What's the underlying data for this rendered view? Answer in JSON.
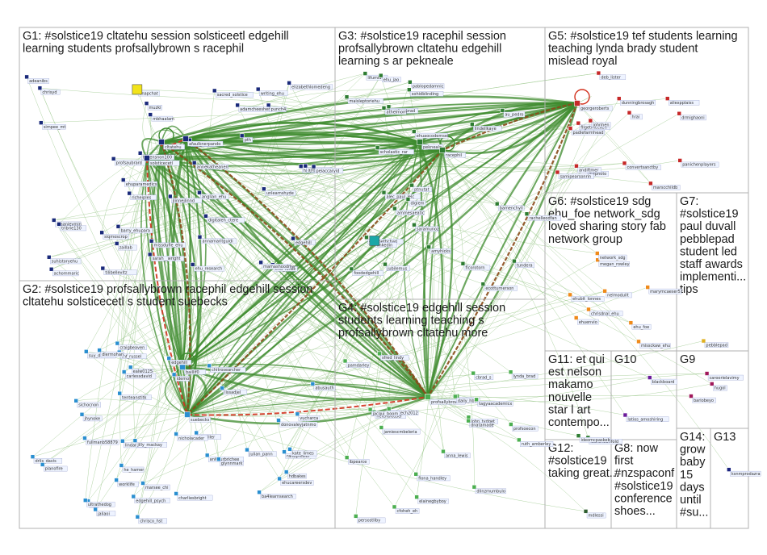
{
  "colors": {
    "background": "#ffffff",
    "panel_border": "#b0b0b0",
    "edge_green": "#3d8b2e",
    "edge_light": "#9ec98f",
    "edge_brown": "#8b4a1a",
    "edge_red": "#d2321e",
    "g1_node": "#1a2a7a",
    "g2_node": "#2a8fd0",
    "g3_node": "#2e7d32",
    "g4_node": "#4caf50",
    "g5_node": "#c62828",
    "g6_node": "#ef8a1a",
    "g7_node": "#e0b020",
    "g8_node": "#1f5fbf",
    "g9_node": "#a0185a",
    "g10_node": "#6a1b9a",
    "g11_node": "#2e7d32",
    "g12_node": "#2e5e2e",
    "g13_node": "#1a237e",
    "g14_node": "#555555"
  },
  "groups": [
    {
      "id": "G1",
      "title_lines": [
        "G1: #solstice19 cltatehu session solsticeetl edgehill",
        "learning students profsallybrown s racephil"
      ]
    },
    {
      "id": "G2",
      "title_lines": [
        "G2: #solstice19 profsallybrown racephil edgehill session",
        "cltatehu solsticecetl s student suebecks"
      ]
    },
    {
      "id": "G3",
      "title_lines": [
        "G3: #solstice19 racephil session",
        "profsallybrown cltatehu edgehill",
        "learning s ar pekneale"
      ]
    },
    {
      "id": "G4",
      "title_lines": [
        "G4: #solstice19 edgehill session",
        "students learning teaching s",
        "profsallybrown cltatehu more"
      ]
    },
    {
      "id": "G5",
      "title_lines": [
        "G5: #solstice19 tef students learning",
        "teaching lynda brady student",
        "mislead royal"
      ]
    },
    {
      "id": "G6",
      "title_lines": [
        "G6: #solstice19 sdg",
        "ehu_foe network_sdg",
        "loved sharing story fab",
        "network group"
      ]
    },
    {
      "id": "G7",
      "title_lines": [
        "G7:",
        "#solstice19",
        "paul duvall",
        "pebblepad",
        "student led",
        "staff awards",
        "implementi...",
        "tips"
      ]
    },
    {
      "id": "G8",
      "title_lines": [
        "G8: now",
        "first",
        "#nzspaconf",
        "#solstice19",
        "conference",
        "shoes..."
      ]
    },
    {
      "id": "G9",
      "title_lines": [
        "G9"
      ]
    },
    {
      "id": "G10",
      "title_lines": [
        "G10"
      ]
    },
    {
      "id": "G11",
      "title_lines": [
        "G11: et qui",
        "est nelson",
        "makamo",
        "nouvelle",
        "star l art",
        "contempo..."
      ]
    },
    {
      "id": "G12",
      "title_lines": [
        "G12:",
        "#solstice19",
        "taking great..."
      ]
    },
    {
      "id": "G13",
      "title_lines": [
        "G13"
      ]
    },
    {
      "id": "G14",
      "title_lines": [
        "G14:",
        "grow",
        "baby",
        "15",
        "days",
        "until",
        "#su..."
      ]
    }
  ],
  "nodes": [
    {
      "label": "hicksjon",
      "group": "G1"
    },
    {
      "label": "jam_brown",
      "group": "G1"
    },
    {
      "label": "anglian_ehu",
      "group": "G1"
    },
    {
      "label": "tilibellevitz",
      "group": "G1"
    },
    {
      "label": "tribensnon100",
      "group": "G1"
    },
    {
      "label": "profsaubrard",
      "group": "G1"
    },
    {
      "label": "writing_ehu",
      "group": "G1"
    },
    {
      "label": "richeiples",
      "group": "G1"
    },
    {
      "label": "muzki",
      "group": "G1"
    },
    {
      "label": "chrisyd",
      "group": "G1"
    },
    {
      "label": "jlinnejlinnd",
      "group": "G1"
    },
    {
      "label": "sacred_solstice",
      "group": "G1"
    },
    {
      "label": "ajfdevline",
      "group": "G1"
    },
    {
      "label": "edgehill",
      "group": "G1"
    },
    {
      "label": "ehu_fohec",
      "group": "G1"
    },
    {
      "label": "barry_ehupara",
      "group": "G1"
    },
    {
      "label": "punch4",
      "group": "G1"
    },
    {
      "label": "maanieymin",
      "group": "G1"
    },
    {
      "label": "mbhaalam",
      "group": "G1"
    },
    {
      "label": "cltatehu",
      "group": "G1"
    },
    {
      "label": "pth",
      "group": "G1"
    },
    {
      "label": "ehuparamedics",
      "group": "G1"
    },
    {
      "label": "afaulknerpando",
      "group": "G1"
    },
    {
      "label": "snapchat",
      "group": "G1"
    },
    {
      "label": "tribrie130",
      "group": "G1"
    },
    {
      "label": "sarah__wright",
      "group": "G1"
    },
    {
      "label": "solsticecetl",
      "group": "G1"
    },
    {
      "label": "digitaleh_ctere",
      "group": "G1"
    },
    {
      "label": "zaillab",
      "group": "G1"
    },
    {
      "label": "adeanibs",
      "group": "G1"
    },
    {
      "label": "missdufie_ehu",
      "group": "G1"
    },
    {
      "label": "suhistoryehu",
      "group": "G1"
    },
    {
      "label": "siqmoscrop",
      "group": "G1"
    },
    {
      "label": "unlearnshyde",
      "group": "G1"
    },
    {
      "label": "elizabethlomedeng",
      "group": "G1"
    },
    {
      "label": "annamaritguidi",
      "group": "G1"
    },
    {
      "label": "achommaric",
      "group": "G1"
    },
    {
      "label": "annekatheanen",
      "group": "G1"
    },
    {
      "label": "simpee_mt",
      "group": "G1"
    },
    {
      "label": "adamcheesher",
      "group": "G1"
    },
    {
      "label": "ehu_research",
      "group": "G1"
    },
    {
      "label": "peiaccaryid",
      "group": "G1"
    },
    {
      "label": "mamashoodma",
      "group": "G1"
    },
    {
      "label": "fullmanb58879",
      "group": "G2"
    },
    {
      "label": "lindamahon4",
      "group": "G2"
    },
    {
      "label": "jaliaoi",
      "group": "G2"
    },
    {
      "label": "abusauth",
      "group": "G2"
    },
    {
      "label": "ealw0125",
      "group": "G2"
    },
    {
      "label": "edgehill_psych",
      "group": "G2"
    },
    {
      "label": "ralfbpresler",
      "group": "G2"
    },
    {
      "label": "chitrosearcher",
      "group": "G2"
    },
    {
      "label": "baillif0",
      "group": "G2"
    },
    {
      "label": "anithurbrichee",
      "group": "G2"
    },
    {
      "label": "hdbakes",
      "group": "G2"
    },
    {
      "label": "edgehill",
      "group": "G2"
    },
    {
      "label": "rnf_russel",
      "group": "G2"
    },
    {
      "label": "idemo",
      "group": "G2"
    },
    {
      "label": "suy_dambell",
      "group": "G2"
    },
    {
      "label": "glynnmark",
      "group": "G2"
    },
    {
      "label": "uxc",
      "group": "G2"
    },
    {
      "label": "ba4learnsearch",
      "group": "G2"
    },
    {
      "label": "julian_pann",
      "group": "G2"
    },
    {
      "label": "craigbeaven",
      "group": "G2"
    },
    {
      "label": "tenteanstitk",
      "group": "G2"
    },
    {
      "label": "marsee_chi",
      "group": "G2"
    },
    {
      "label": "chrisco_hst",
      "group": "G2"
    },
    {
      "label": "dlermohan",
      "group": "G2"
    },
    {
      "label": "suebecks",
      "group": "G2"
    },
    {
      "label": "donovaleyjatnmo",
      "group": "G2"
    },
    {
      "label": "kate_limes",
      "group": "G2"
    },
    {
      "label": "drlis_davis",
      "group": "G2"
    },
    {
      "label": "worklife",
      "group": "G2"
    },
    {
      "label": "jhynoke",
      "group": "G2"
    },
    {
      "label": "ultrathedog",
      "group": "G2"
    },
    {
      "label": "carlessdavid",
      "group": "G2"
    },
    {
      "label": "charliesbright",
      "group": "G2"
    },
    {
      "label": "he_hamer",
      "group": "G2"
    },
    {
      "label": "aholiller",
      "group": "G2"
    },
    {
      "label": "ehucareersdev",
      "group": "G2"
    },
    {
      "label": "jilly_mackay",
      "group": "G2"
    },
    {
      "label": "lissadjel",
      "group": "G2"
    },
    {
      "label": "vucharca",
      "group": "G2"
    },
    {
      "label": "planofire",
      "group": "G2"
    },
    {
      "label": "sichocnon",
      "group": "G2"
    },
    {
      "label": "nicholacader",
      "group": "G2"
    },
    {
      "label": "tundera",
      "group": "G3"
    },
    {
      "label": "au_pedro",
      "group": "G3"
    },
    {
      "label": "flcorotorn",
      "group": "G3"
    },
    {
      "label": "lifumida",
      "group": "G3"
    },
    {
      "label": "foodedgehill",
      "group": "G3"
    },
    {
      "label": "amyhicks",
      "group": "G3"
    },
    {
      "label": "profsasbrad",
      "group": "G3"
    },
    {
      "label": "alec_paul_lelc",
      "group": "G3"
    },
    {
      "label": "rachelleodfan",
      "group": "G3"
    },
    {
      "label": "digiem",
      "group": "G3"
    },
    {
      "label": "jubilemus",
      "group": "G3"
    },
    {
      "label": "pekneale",
      "group": "G3"
    },
    {
      "label": "racephil",
      "group": "G3"
    },
    {
      "label": "elizabethchari",
      "group": "G3"
    },
    {
      "label": "scholastic_rar",
      "group": "G3"
    },
    {
      "label": "athelmom",
      "group": "G3"
    },
    {
      "label": "lindellkaye",
      "group": "G3"
    },
    {
      "label": "pablopedamnic",
      "group": "G3"
    },
    {
      "label": "maisleptoriehu",
      "group": "G3"
    },
    {
      "label": "ecotturnerson",
      "group": "G3"
    },
    {
      "label": "bamenchyll",
      "group": "G3"
    },
    {
      "label": "saramunoz",
      "group": "G3"
    },
    {
      "label": "sohidblinding",
      "group": "G3"
    },
    {
      "label": "ammesaeatic",
      "group": "G3"
    },
    {
      "label": "ehu_jao",
      "group": "G3"
    },
    {
      "label": "linkedin",
      "group": "G3"
    },
    {
      "label": "ptnutat",
      "group": "G3"
    },
    {
      "label": "ehuaocodemsei",
      "group": "G3"
    },
    {
      "label": "john_tydget",
      "group": "G4"
    },
    {
      "label": "helenblosser",
      "group": "G4"
    },
    {
      "label": "ibpearce",
      "group": "G4"
    },
    {
      "label": "cbrad_s",
      "group": "G4"
    },
    {
      "label": "sfred_lindy",
      "group": "G4"
    },
    {
      "label": "mhonadli",
      "group": "G4"
    },
    {
      "label": "elainegbyboy",
      "group": "G4"
    },
    {
      "label": "profsallybrown",
      "group": "G4"
    },
    {
      "label": "ruth_amberley",
      "group": "G4"
    },
    {
      "label": "pamdarley",
      "group": "G4"
    },
    {
      "label": "dnatamade",
      "group": "G4"
    },
    {
      "label": "dlinzmumbulo",
      "group": "G4"
    },
    {
      "label": "daily_hbo",
      "group": "G4"
    },
    {
      "label": "tagyaacademicx",
      "group": "G4"
    },
    {
      "label": "deetech2012",
      "group": "G4"
    },
    {
      "label": "lynda_brad",
      "group": "G4"
    },
    {
      "label": "anna_lewis",
      "group": "G4"
    },
    {
      "label": "jamiescmbeleria",
      "group": "G4"
    },
    {
      "label": "cfoheh_eh",
      "group": "G4"
    },
    {
      "label": "jacqui_boom",
      "group": "G4"
    },
    {
      "label": "profsoecon",
      "group": "G4"
    },
    {
      "label": "persostliby",
      "group": "G4"
    },
    {
      "label": "fiona_handley",
      "group": "G4"
    },
    {
      "label": "panichenplayers",
      "group": "G5"
    },
    {
      "label": "dvfphoto",
      "group": "G5"
    },
    {
      "label": "deb_lister",
      "group": "G5"
    },
    {
      "label": "padiefarmhead",
      "group": "G5"
    },
    {
      "label": "hrai",
      "group": "G5"
    },
    {
      "label": "georgeroberts",
      "group": "G5"
    },
    {
      "label": "marscchildb",
      "group": "G5"
    },
    {
      "label": "filgetmecken",
      "group": "G5"
    },
    {
      "label": "samipearsonrin",
      "group": "G5"
    },
    {
      "label": "johnhen",
      "group": "G5"
    },
    {
      "label": "dunningbrosagh",
      "group": "G5"
    },
    {
      "label": "convertsanctby",
      "group": "G5"
    },
    {
      "label": "andiftmer",
      "group": "G5"
    },
    {
      "label": "aliexpplaiss",
      "group": "G5"
    },
    {
      "label": "drmighaoni",
      "group": "G5"
    },
    {
      "label": "megan_rowley",
      "group": "G6"
    },
    {
      "label": "nelmoduilt",
      "group": "G6"
    },
    {
      "label": "missckaw_ehu",
      "group": "G6"
    },
    {
      "label": "ehu_foe",
      "group": "G6"
    },
    {
      "label": "chrisdnal_ehu",
      "group": "G6"
    },
    {
      "label": "ehubit_lonnes",
      "group": "G6"
    },
    {
      "label": "network_sdg",
      "group": "G6"
    },
    {
      "label": "marymcaeser57",
      "group": "G6"
    },
    {
      "label": "ehuenvio",
      "group": "G6"
    },
    {
      "label": "pebblepad",
      "group": "G7"
    },
    {
      "label": "latios_amoshiring",
      "group": "G10"
    },
    {
      "label": "blackboard",
      "group": "G10"
    },
    {
      "label": "hugol",
      "group": "G9"
    },
    {
      "label": "bariobeyo",
      "group": "G9"
    },
    {
      "label": "caroorielavimy",
      "group": "G9"
    },
    {
      "label": "laurahbanfold",
      "group": "G11"
    },
    {
      "label": "ideomcpaskeb",
      "group": "G11"
    },
    {
      "label": "mdlessi",
      "group": "G12"
    },
    {
      "label": "ksnmprodazra",
      "group": "G13"
    }
  ]
}
